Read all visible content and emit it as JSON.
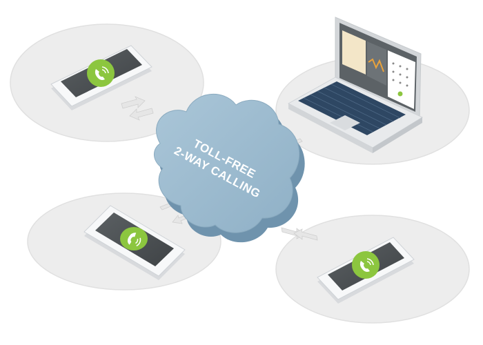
{
  "cloud": {
    "line1": "TOLL-FREE",
    "line2": "2-WAY CALLING"
  },
  "nodes": [
    {
      "device": "phone",
      "icon": "phone-call-icon"
    },
    {
      "device": "laptop",
      "icon": "softphone-dialer-icon"
    },
    {
      "device": "phone",
      "icon": "phone-call-icon"
    },
    {
      "device": "phone",
      "icon": "phone-call-icon"
    }
  ],
  "colors": {
    "platform": "#ececec",
    "platform_edge": "#dcdcdc",
    "cloud_front": "#9bb9cd",
    "cloud_side": "#6f93ad",
    "screen": "#4f5457",
    "call_button": "#8cc63f",
    "arrow": "#e4e4e4"
  }
}
